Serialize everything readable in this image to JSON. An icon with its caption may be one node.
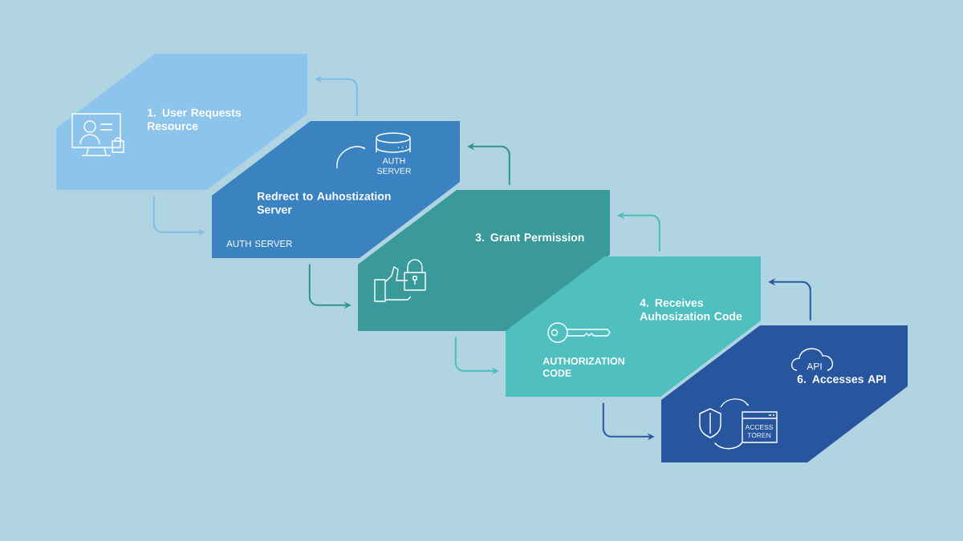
{
  "diagram": {
    "nodes": [
      {
        "text": [
          "1. User Requests Resource"
        ]
      },
      {
        "text": [
          "AUTH SERVER",
          "Redrect to Auhostization Server",
          "AUTH SERVER"
        ]
      },
      {
        "text": [
          "3. Grant Permission"
        ]
      },
      {
        "text": [
          "4. Receives Auhosization Code",
          "AUTHORIZATION CODE"
        ]
      },
      {
        "text": [
          "API",
          "6. Accesses API",
          "ACCESS TOREN"
        ]
      }
    ],
    "edges": [
      {
        "from": 0,
        "to": 1,
        "arrow": "to",
        "color": "#7fbde8"
      },
      {
        "from": 1,
        "to": 0,
        "arrow": "to",
        "color": "#7fbde8"
      },
      {
        "from": 1,
        "to": 2,
        "arrow": "to",
        "color": "#35928f"
      },
      {
        "from": 2,
        "to": 1,
        "arrow": "to",
        "color": "#35928f"
      },
      {
        "from": 2,
        "to": 3,
        "arrow": "to",
        "color": "#4fbcbc"
      },
      {
        "from": 3,
        "to": 2,
        "arrow": "to",
        "color": "#4fbcbc"
      },
      {
        "from": 3,
        "to": 4,
        "arrow": "to",
        "color": "#2a5a9e"
      },
      {
        "from": 4,
        "to": 3,
        "arrow": "to",
        "color": "#2a5a9e"
      }
    ]
  }
}
